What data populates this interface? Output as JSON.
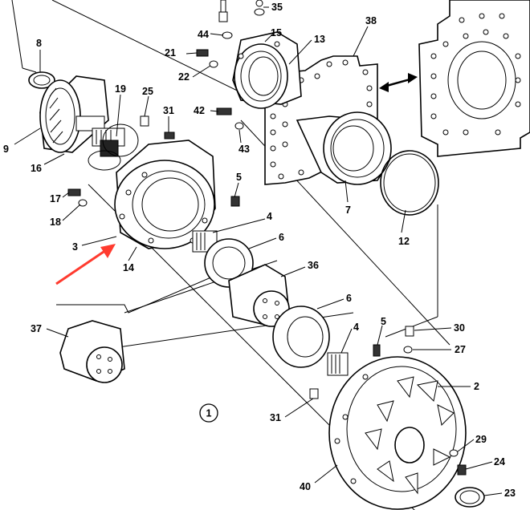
{
  "diagram": {
    "view_marker": "1",
    "accent_color": "#ff3b2f",
    "callouts": {
      "c35": "35",
      "c44": "44",
      "c15": "15",
      "c13": "13",
      "c38": "38",
      "c8": "8",
      "c21": "21",
      "c22": "22",
      "c19": "19",
      "c25": "25",
      "c31a": "31",
      "c42": "42",
      "c43": "43",
      "c9": "9",
      "c16": "16",
      "c5a": "5",
      "c17": "17",
      "c18": "18",
      "c7": "7",
      "c4a": "4",
      "c6a": "6",
      "c12": "12",
      "c3": "3",
      "c14": "14",
      "c36": "36",
      "c6b": "6",
      "c37": "37",
      "c4b": "4",
      "c5b": "5",
      "c30": "30",
      "c27": "27",
      "c2": "2",
      "c31b": "31",
      "c29": "29",
      "c24": "24",
      "c40": "40",
      "c23": "23"
    }
  }
}
